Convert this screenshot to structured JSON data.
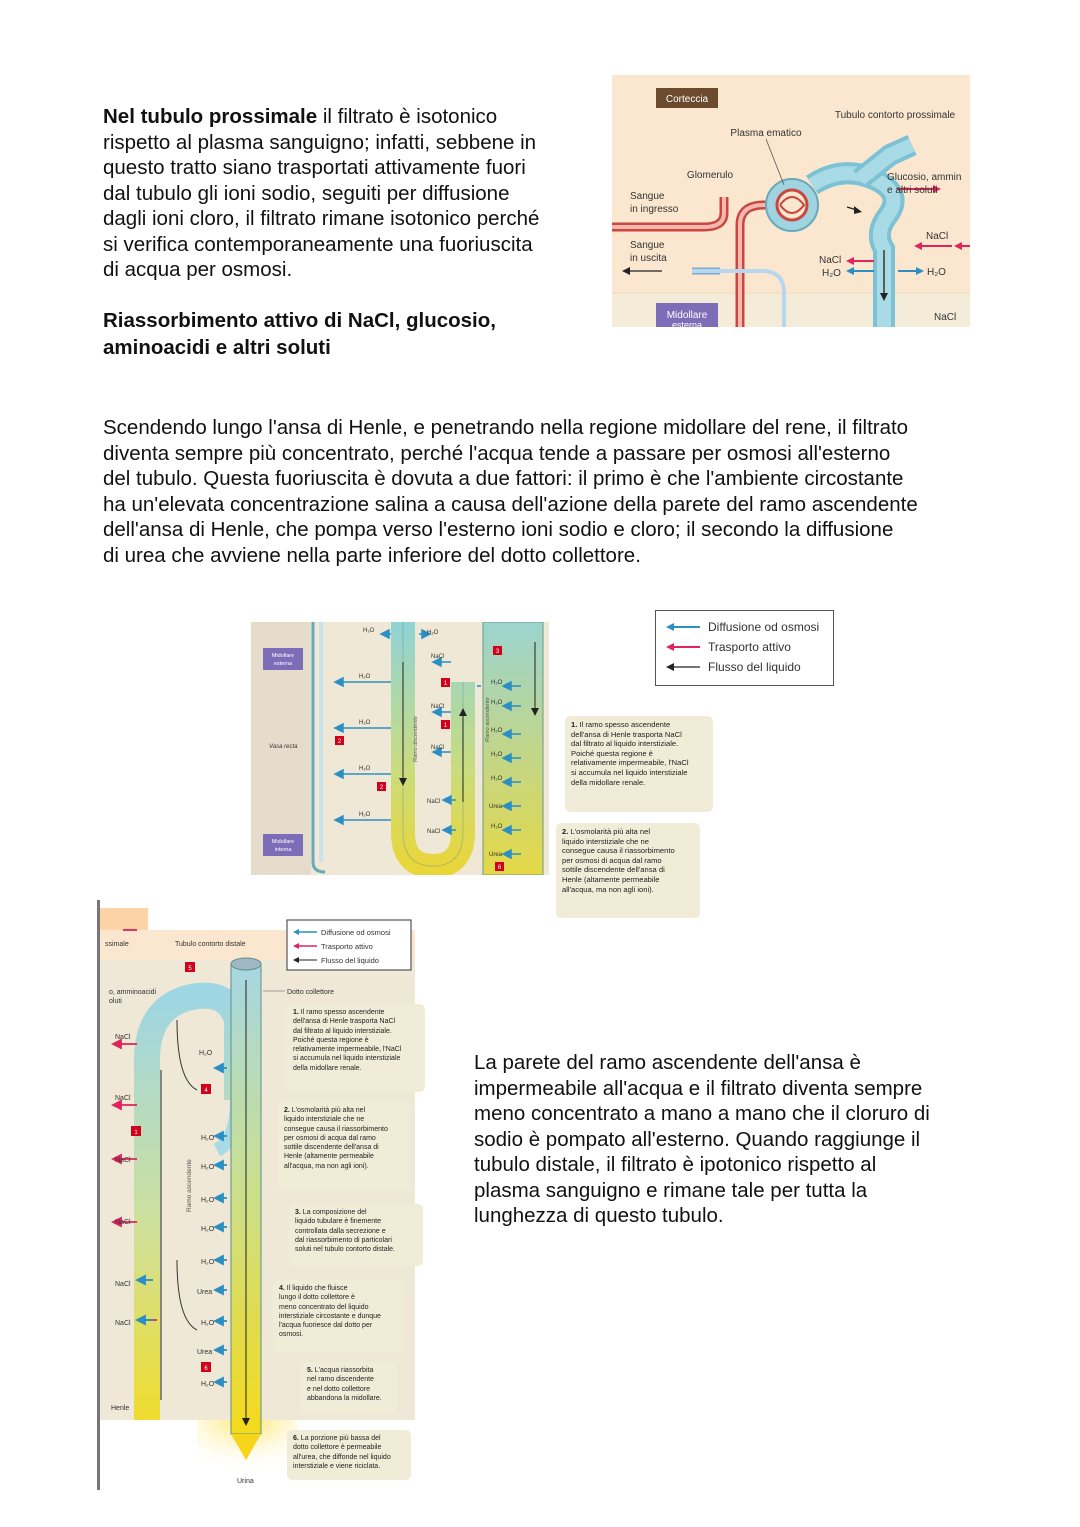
{
  "paragraphs": {
    "proximal_bold": "Nel tubulo prossimale",
    "proximal_rest_1": " il filtrato è isotonico",
    "proximal_lines": [
      "rispetto al plasma sanguigno; infatti, sebbene in",
      "questo tratto siano trasportati attivamente fuori",
      "dal tubulo gli ioni sodio, seguiti per diffusione",
      "dagli ioni cloro, il filtrato rimane isotonico perché",
      "si verifica contemporaneamente una fuoriuscita",
      "di acqua per osmosi."
    ],
    "heading_lines": [
      "Riassorbimento attivo di NaCl, glucosio,",
      "aminoacidi e altri soluti"
    ],
    "henle_lines": [
      "Scendendo lungo l'ansa di Henle, e penetrando nella regione midollare del rene, il filtrato",
      "diventa sempre più concentrato, perché l'acqua tende a passare per osmosi all'esterno",
      "del tubulo. Questa fuoriuscita è dovuta a due fattori: il primo è che l'ambiente circostante",
      "ha un'elevata concentrazione salina a causa dell'azione della parete del ramo ascendente",
      "dell'ansa di Henle, che pompa verso l'esterno ioni sodio e cloro; il secondo la diffusione",
      "di urea che avviene nella parte inferiore del dotto collettore."
    ],
    "distal_lines": [
      "La parete del ramo ascendente dell'ansa è",
      "impermeabile all'acqua e il filtrato diventa sempre",
      "meno concentrato a mano a mano che il cloruro di",
      "sodio è pompato all'esterno. Quando raggiunge il",
      "tubulo distale, il filtrato è ipotonico rispetto al",
      "plasma sanguigno e rimane tale per tutta la",
      "lunghezza di questo tubulo."
    ]
  },
  "figure1": {
    "cortex": "Corteccia",
    "medulla": "Midollare",
    "medulla_cut": "esterna",
    "tubule_label": "Tubulo contorto prossimale",
    "plasma": "Plasma ematico",
    "glomerulus": "Glomerulo",
    "blood_in_1": "Sangue",
    "blood_in_2": "in ingresso",
    "blood_out_1": "Sangue",
    "blood_out_2": "in uscita",
    "solutes_1": "Glucosio, ammin",
    "solutes_2": "e altri soluti",
    "nacl": "NaCl",
    "h2o": "H₂O"
  },
  "legend": {
    "diffusion": "Diffusione od osmosi",
    "active": "Trasporto attivo",
    "flow": "Flusso del liquido"
  },
  "figure2": {
    "medulla_ext_1": "Midollare",
    "medulla_ext_2": "esterna",
    "medulla_int_1": "Midollare",
    "medulla_int_2": "interna",
    "vasa_recta": "Vasa recta",
    "descending": "Ramo discendente",
    "ascending": "Ramo ascendente",
    "h2o": "H₂O",
    "nacl": "NaCl",
    "urea": "Urea",
    "badge1": "1",
    "badge2": "2",
    "badge3": "3",
    "badge6": "6"
  },
  "notes_mid": {
    "n1_num": "1.",
    "n1_lines": [
      "Il ramo spesso ascendente",
      "dell'ansa di Henle trasporta NaCl",
      "dal filtrato al liquido interstiziale.",
      "Poiché questa regione è",
      "relativamente impermeabile, l'NaCl",
      "si accumula nel liquido interstiziale",
      "della midollare renale."
    ],
    "n2_num": "2.",
    "n2_lines": [
      "L'osmolarità più alta nel",
      "liquido interstiziale che ne",
      "consegue causa il riassorbimento",
      "per osmosi di acqua dal ramo",
      "sottile discendente dell'ansa di",
      "Henle (altamente permeabile",
      "all'acqua, ma non agli ioni)."
    ]
  },
  "figure3": {
    "prox_cut": "ssimale",
    "distal": "Tubulo contorto distale",
    "solutes_1": "o, amminoacidi",
    "solutes_2": "oluti",
    "duct": "Dotto collettore",
    "ascending": "Ramo ascendente",
    "henle_cut": "Henle",
    "urine": "Urina",
    "nacl": "NaCl",
    "h2o": "H₂O",
    "urea": "Urea",
    "badge5": "5",
    "badge4": "4",
    "badge1": "1",
    "badge6": "6",
    "n1_num": "1.",
    "n1_lines": [
      "Il ramo spesso ascendente",
      "dell'ansa di Henle trasporta NaCl",
      "dal filtrato al liquido interstiziale.",
      "Poiché questa regione è",
      "relativamente impermeabile, l'NaCl",
      "si accumula nel liquido interstiziale",
      "della midollare renale."
    ],
    "n2_num": "2.",
    "n2_lines": [
      "L'osmolarità più alta nel",
      "liquido interstiziale che ne",
      "consegue causa il riassorbimento",
      "per osmosi di acqua dal ramo",
      "sottile discendente dell'ansa di",
      "Henle (altamente permeabile",
      "all'acqua, ma non agli ioni)."
    ],
    "n3_num": "3.",
    "n3_lines": [
      "La composizione del",
      "liquido tubulare è finemente",
      "controllata dalla secrezione e",
      "dal riassorbimento di particolari",
      "soluti nel tubulo contorto distale."
    ],
    "n4_num": "4.",
    "n4_lines": [
      "Il liquido che fluisce",
      "lungo il dotto collettore è",
      "meno concentrato del liquido",
      "interstiziale circostante e dunque",
      "l'acqua fuoriesce dal dotto per",
      "osmosi."
    ],
    "n5_num": "5.",
    "n5_lines": [
      "L'acqua riassorbita",
      "nel ramo discendente",
      "e nel dotto collettore",
      "abbandona la midollare."
    ],
    "n6_num": "6.",
    "n6_lines": [
      "La porzione più bassa del",
      "dotto collettore è permeabile",
      "all'urea, che diffonde nel liquido",
      "interstiziale e viene riciclata."
    ]
  },
  "colors": {
    "diffusion_arrow": "#2b8fc4",
    "active_arrow": "#e0245e",
    "flow_arrow": "#222222",
    "badge": "#d0021b",
    "cortex_bg": "#fbe7cf",
    "medulla_bg": "#f4ecd9",
    "cortex_tag": "#6b4a2d",
    "medulla_tag": "#7d6cb8"
  }
}
